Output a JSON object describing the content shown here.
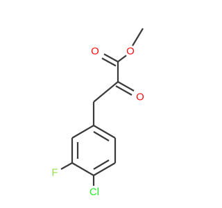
{
  "atoms": {
    "o_ester": {
      "symbol": "O",
      "color": "#ff0d0d"
    },
    "o_carbonyl_ester": {
      "symbol": "O",
      "color": "#ff0d0d"
    },
    "o_ketone": {
      "symbol": "O",
      "color": "#ff0d0d"
    },
    "fluorine": {
      "symbol": "F",
      "color": "#90e050"
    },
    "chlorine": {
      "symbol": "Cl",
      "color": "#1ff01f"
    }
  },
  "colors": {
    "bond": "#3a3a3a",
    "background": "#ffffff"
  }
}
